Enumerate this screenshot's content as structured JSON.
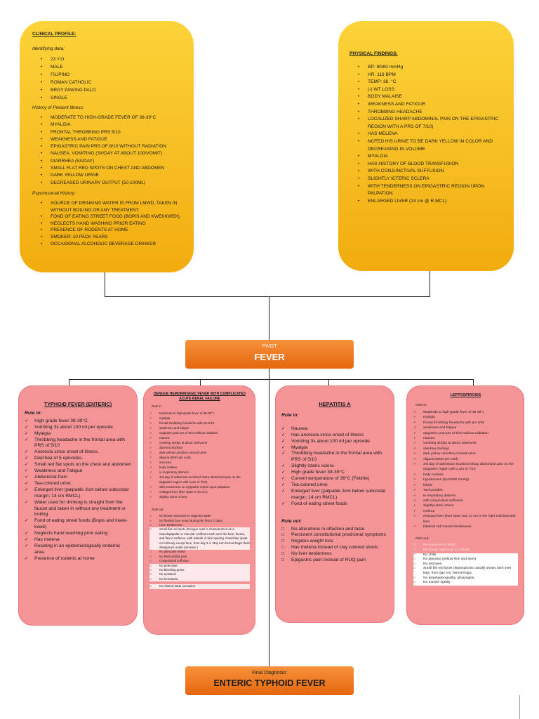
{
  "clinical": {
    "title": "CLINICAL PROFILE:",
    "identifying_label": "Identifying data:",
    "identifying": [
      "23 Y.O",
      "MALE",
      "FILIPINO",
      "ROMAN CATHOLIC",
      "BRGY  PAWING PALO",
      "SINGLE"
    ],
    "hpi_label": "History of Present Illness:",
    "hpi": [
      "MODERATE TO HIGH-GRADE FEVER OF 38-39°C",
      "MYALGIA",
      "FRONTAL THROBBING PRS 5/10",
      "WEAKNESS AND FATIGUE",
      "EPIGASTRIC PAIN PRS OF 8/10 WITHOUT RADIATION",
      "NAUSEA, VOMITING (3X/DAY AT ABOUT 100/VOMIT)",
      "DIARRHEA (5X/DAY)",
      "SMALL FLAT RED SPOTS ON CHEST AND ABDOMEN",
      "DARK YELLOW URINE",
      "DECREASED URINARY OUTPUT (50-100ML)"
    ],
    "psycho_label": "Psychosocial History:",
    "psycho": [
      "SOURCE OF DRINKING WATER IS FROM LMWD, TAKEN IN WITHOUT BOILING OR ANY TREATMENT",
      "FOND OF EATING STREET FOOD (BOPIS AND KWEKKWEK)",
      "NEGLECTS HAND WASHING PRIOR EATING",
      "PRESENCE OF RODENTS AT HOME",
      "SMOKER: 10 PACK YEARS",
      "OCCASIONAL ALCOHOLIC BEVERAGE DRINKER"
    ]
  },
  "physical": {
    "title": "PHYSICAL FINDINGS:",
    "items": [
      "BP: 80/60 mmHg",
      "HR: 118 BPM",
      "TEMP: 38. °C",
      "(-) WT LOSS",
      "BODY MALAISE",
      "WEAKNESS AND FATIGUE",
      "THROBBING HEADACHE",
      "LOCALIZED SHARP ABDOMINAL PAIN ON THE EPIGASTRIC REGION WITH A PRS OF 7/10)",
      "HAS MELENA",
      "NOTED HIS URINE TO BE DARK YELLOW IN COLOR AND DECREASING IN VOLUME",
      "MYALGIA",
      "HAS HISTORY OF BLOOD TRANSFUSION",
      "WITH CONJUNCTIVAL SUFFUSION",
      "SLIGHTLY ICTERIC SCLERA",
      "WITH TENDERNESS ON EPIGASTRIC REGION UPON PALPATION.",
      "ENLARGED LIVER (14 cm @ R MCL)"
    ]
  },
  "pivot": {
    "label": "PIVOT",
    "title": "FEVER"
  },
  "typhoid": {
    "title": "TYPHOID FEVER (ENTERIC)",
    "rule_in_label": "Rule in:",
    "rule_in": [
      "High grade fever 38-39°C",
      "Vomiting 3x about 100 ml per episode",
      "Myalgia",
      "Throbbing headache in the frontal area with PRS of 5/10",
      "Anorexia since onset of illness.",
      "Diarrhea of 5 episodes.",
      "Small red flat spots on the chest and abdomen",
      "Weakness and Fatigue",
      "Abdominal Pain",
      "Tea-colored urine",
      "Enlarged liver (palpable 3cm below subcostal margin; 14 cm RMCL)",
      "Water used for drinking is straight from the faucet and taken in without any treatment or boiling.",
      "Fond of eating street foods (Bopis and kwek-kwek)",
      "Neglects hand washing prior eating",
      "Has melena",
      "Residing in an epidemiologically endemic area.",
      "Presence of rodents at home"
    ]
  },
  "dengue": {
    "title": "DENGUE HEMORRHAGIC FEVER WITH COMPLICATED ACUTE RENAL FAILURE",
    "rule_in_label": "Rule in:",
    "rule_in": [
      "Moderate to high-grade fever of 38-39°c",
      "myalgia",
      "frontal throbbing headache with prs 5/10",
      "weakness and fatigue",
      "epigastric pain prs of 8/10 without radiation",
      "nausea",
      "vomiting 3x/day at about 100/vomit",
      "diarrhea (5x/day)",
      "dark yellow urine/tea-colored urine",
      "oliguria (50ml per void)",
      "anorexia",
      "body malaise",
      "in respiratory distress.",
      "3rd day of admission-localized sharp abdominal pain on the epigastric region with a prs of 7/10)",
      "with tenderness on epigastric region upon palpation",
      "enlarged liver (liver span of 14 cm.)",
      "slightly icteric sclera."
    ],
    "rule_out_label": "Rule out:",
    "rule_out": [
      "No known exposure to stagnant water",
      "No flushed face noted during the first 2-7 days",
      "Liver tenderness",
      "Small flat red spots (Dengue rash is characterized as a maculopapular or macular confluent rash over the face, thorax, and flexor surfaces, with islands of skin sparing. Petechiae spots on full body except face, from day 3-4. May turn hemorrhagic flesh disappears under pressure.)",
      "No joint pain noted",
      "No Retroorbital pain",
      "Conjunctival suffusion",
      "No petechiae",
      "No bleeding gums",
      "No epistaxis",
      "No hematuria",
      "No Altered taste sensation"
    ]
  },
  "hepatitis": {
    "title": "HEPATITIS A",
    "rule_in_label": "Rule in:",
    "rule_in": [
      "Nausea",
      "Has anorexia since onset of illness",
      "Vomiting 3x about 100 ml per episode",
      "Myalgia",
      "Throbbing headache in the frontal area with PRS of 5/10",
      "Slightly icteric sclera",
      "High grade fever 38-39°C",
      "Current temperature of 38°C (Febrile)",
      "Tea-colored urine",
      "Enlarged liver (palpable 3cm below subcostal margin; 14 cm RMCL)",
      "Fond of eating street foods"
    ],
    "rule_out_label": "Rule out:",
    "rule_out": [
      "No alterations in olfaction and taste",
      "Persistent constitutional prodromal symptoms",
      "Negates weight loss",
      "Has melena instead of clay colored stools",
      "No liver tenderness",
      "Epigastric pain instead of RUQ pain"
    ]
  },
  "lepto": {
    "title": "LEPTOSPIROSIS",
    "rule_in_label": "Rule in:",
    "rule_in": [
      "Moderate to high-grade fever of 38-39°c",
      "myalgia",
      "frontal throbbing headache with prs 5/10",
      "weakness and fatigue",
      "epigastric pain prs of 8/10 without radiation",
      "nausea",
      "vomiting 3x/day at about 100/vomit",
      "diarrhea (5x/day)",
      "dark yellow urine/tea-colored urine",
      "oliguria (50ml per void)",
      "3rd day of admission-localized sharp abdominal pain on the epigastric region with a prs of 7/10",
      "body malaise",
      "hypotension (bp:80/60 mmhg)",
      "febrile",
      "Tachycardeic",
      "in respiratory distress",
      "with conjunctival suffusion",
      "slightly icteric sclera",
      "melena",
      "enlarged liver (liver span was 14 cm in the right midclavicular line)",
      "bilateral calf muscle tenderness"
    ],
    "rule_out_label": "Rule out:",
    "rule_out": [
      "No exposure to flood",
      "No known exposure to rodents",
      "No chills",
      "No jaundice (yellow skin and eyes)",
      "No red eyes",
      "Small flat red spots (leptospirosis usually shows rash over legs, from day 4-6, hemorrhagic.",
      "No lymphadenopathy, pharyngitis,",
      "No muscle rigidity"
    ]
  },
  "final": {
    "label": "Final Diagnosis:",
    "title": "ENTERIC TYPHOID FEVER"
  }
}
